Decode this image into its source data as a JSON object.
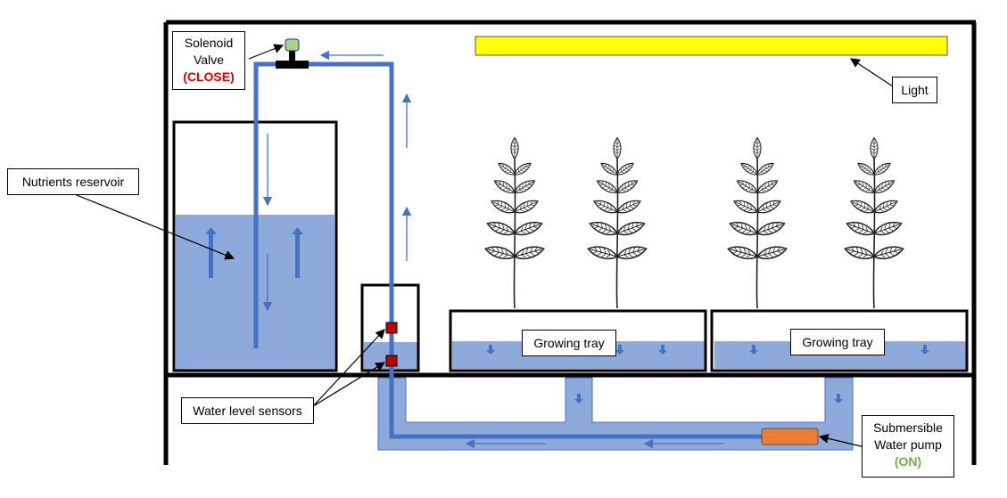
{
  "labels": {
    "solenoid_line1": "Solenoid",
    "solenoid_line2": "Valve",
    "solenoid_state": "(CLOSE)",
    "light": "Light",
    "reservoir": "Nutrients reservoir",
    "tray_left": "Growing tray",
    "tray_right": "Growing tray",
    "sensors": "Water level sensors",
    "pump_line1": "Submersible",
    "pump_line2": "Water pump",
    "pump_state": "(ON)"
  },
  "colors": {
    "frame": "#000000",
    "water": "#8eaadb",
    "pipe": "#4472c4",
    "light_bar": "#ffff00",
    "valve_cap": "#a9d18e",
    "sensor": "#c00000",
    "pump": "#ed7d31",
    "state_close": "#e00000",
    "state_on": "#70ad47"
  },
  "icons": {
    "plant": "fern-plant-icon",
    "flow_arrow": "flow-arrow-icon",
    "sensor": "sensor-square-icon",
    "valve": "solenoid-valve-icon",
    "pump": "pump-icon"
  }
}
